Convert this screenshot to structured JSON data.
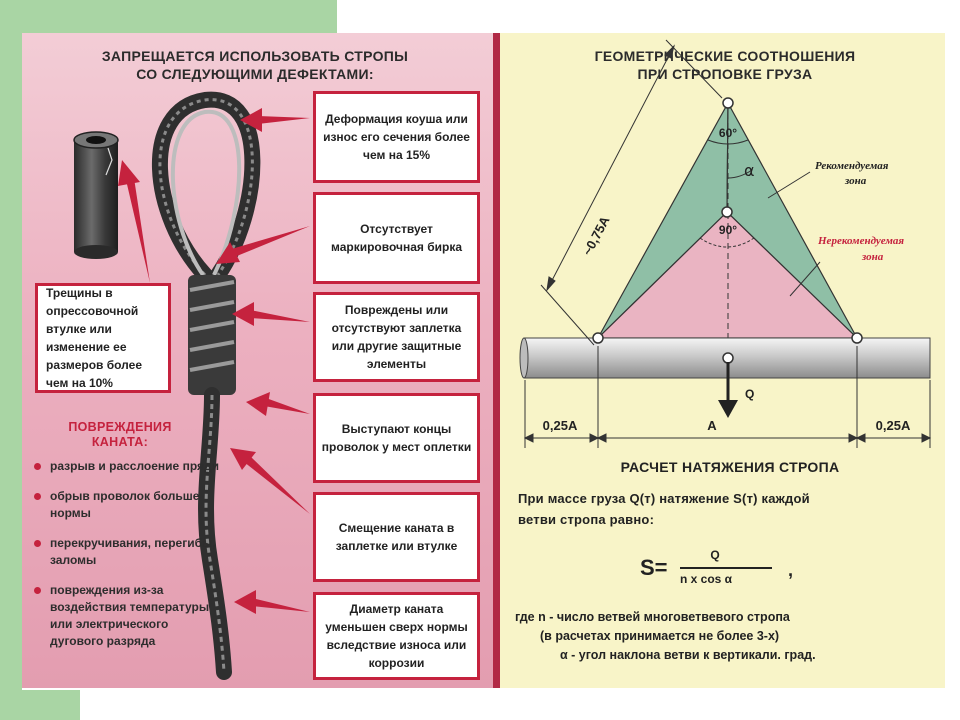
{
  "left": {
    "title_line1": "ЗАПРЕЩАЕТСЯ ИСПОЛЬЗОВАТЬ СТРОПЫ",
    "title_line2": "СО СЛЕДУЮЩИМИ ДЕФЕКТАМИ:",
    "defects": [
      "Деформация коуша или износ его сечения более чем на 15%",
      "Отсутствует маркировочная бирка",
      "Повреждены или отсутствуют заплетка или другие защитные элементы",
      "Выступают концы проволок у мест оплетки",
      "Смещение каната в заплетке или втулке",
      "Диаметр каната уменьшен сверх нормы вследствие износа или коррозии"
    ],
    "crack_box": "Трещины в опрессовочной втулке или изменение ее размеров более чем на 10%",
    "damage_heading_line1": "ПОВРЕЖДЕНИЯ",
    "damage_heading_line2": "КАНАТА:",
    "damage_items": [
      "разрыв и расслоение пряди",
      "обрыв проволок больше нормы",
      "перекручивания, перегибы, заломы",
      "повреждения из-за воздействия температуры или электрического дугового разряда"
    ]
  },
  "right": {
    "title_line1": "ГЕОМЕТРИЧЕСКИЕ СООТНОШЕНИЯ",
    "title_line2": "ПРИ СТРОПОВКЕ ГРУЗА",
    "diagram": {
      "angle_top": "60°",
      "angle_alpha": "α",
      "angle_inner": "90°",
      "recommended_line1": "Рекомендуемая",
      "recommended_line2": "зона",
      "not_recommended_line1": "Нерекомендуемая",
      "not_recommended_line2": "зона",
      "length_label": "~0,75A",
      "load_label": "Q",
      "dim_left": "0,25A",
      "dim_center": "A",
      "dim_right": "0,25A"
    },
    "calc_title": "РАСЧЕТ НАТЯЖЕНИЯ СТРОПА",
    "calc_intro_line1": "При массе груза Q(т) натяжение S(т) каждой",
    "calc_intro_line2": "ветви стропа равно:",
    "formula": {
      "lhs": "S=",
      "numerator": "Q",
      "denominator": "n x cos α",
      "comma": ","
    },
    "note_line1": "где n - число ветвей многоветвевого стропа",
    "note_line2": "(в расчетах принимается не более 3-х)",
    "note_line3": "α - угол наклона ветви к вертикали. град."
  },
  "colors": {
    "accent_red": "#c5223e",
    "green_zone": "#8fbfa6",
    "pink_zone": "#eab4c2",
    "panel_yellow": "#f8f4c8"
  }
}
